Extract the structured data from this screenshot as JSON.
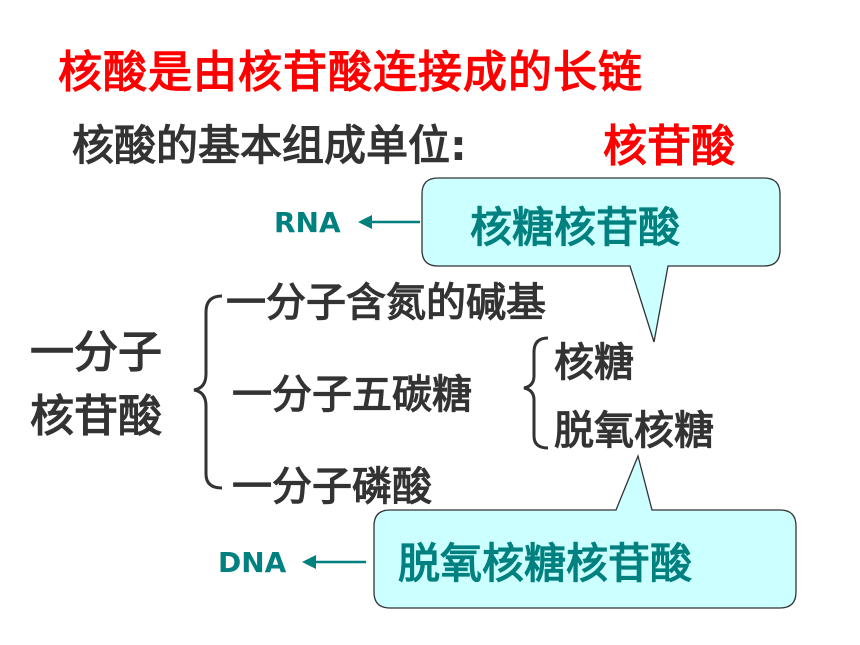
{
  "title": "核酸是由核苷酸连接成的长链",
  "subtitle": {
    "label": "核酸的基本组成单位:",
    "value": "核苷酸"
  },
  "left_term": {
    "line1": "一分子",
    "line2": "核苷酸"
  },
  "components": [
    "一分子含氮的碱基",
    "一分子五碳糖",
    "一分子磷酸"
  ],
  "sugars": [
    "核糖",
    "脱氧核糖"
  ],
  "rna": {
    "label": "RNA",
    "callout": "核糖核苷酸"
  },
  "dna": {
    "label": "DNA",
    "callout": "脱氧核糖核苷酸"
  },
  "colors": {
    "title": "#ff0000",
    "highlight": "#ff0000",
    "text": "#333333",
    "accent": "#00807f",
    "callout_fill": "#ccffff"
  }
}
